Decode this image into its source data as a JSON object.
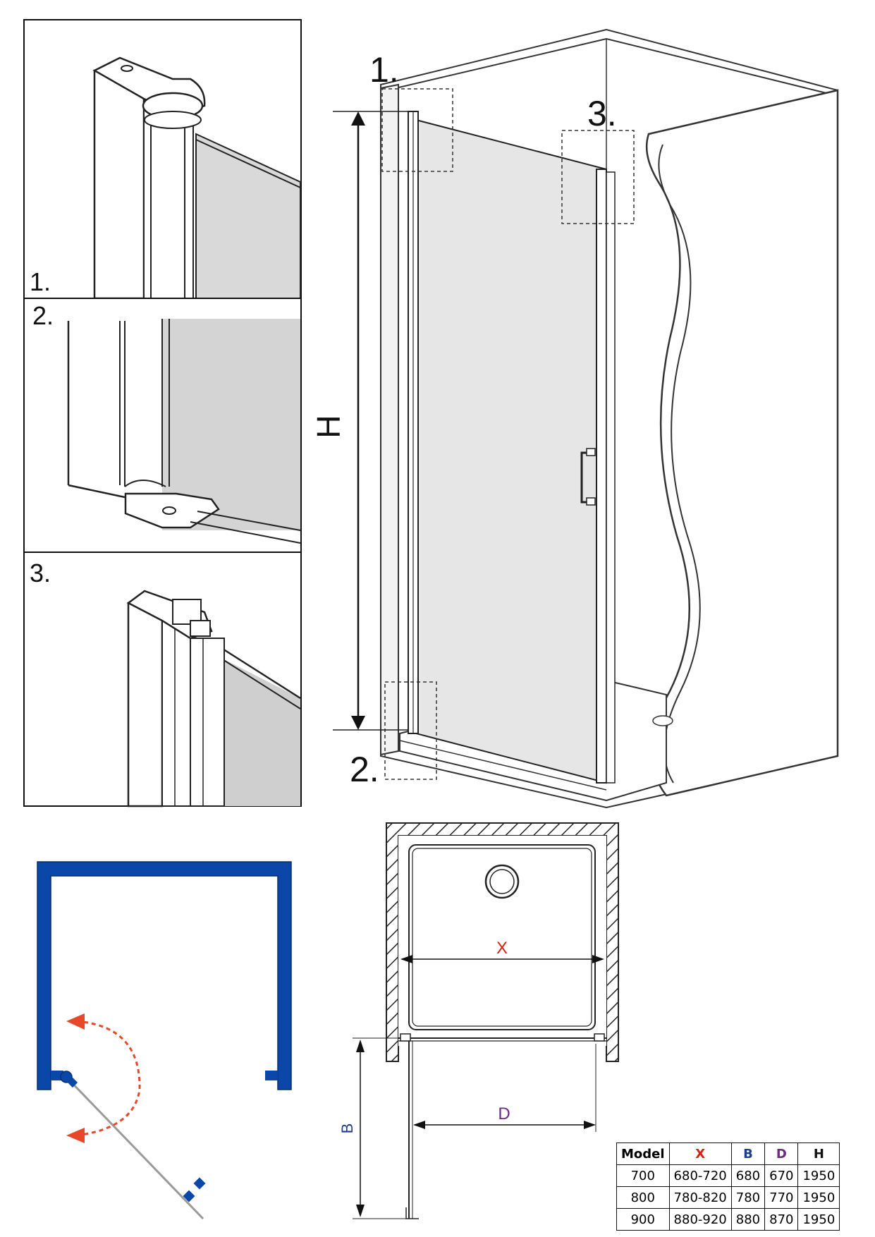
{
  "detail_labels": [
    "1.",
    "2.",
    "3."
  ],
  "callout_labels": [
    "1.",
    "2.",
    "3."
  ],
  "dimension_labels": {
    "height": "H",
    "width_x": "X",
    "width_d": "D",
    "opening_b": "B"
  },
  "colors": {
    "frame_plan": "#0a47a8",
    "swing_arrow": "#e8472a",
    "dim_x": "#d6210f",
    "dim_b": "#1f3d8f",
    "dim_d": "#6b2a86",
    "glass": "#e6e6e6",
    "panel_gray": "#cfcfcf"
  },
  "table": {
    "headers": [
      "Model",
      "X",
      "B",
      "D",
      "H"
    ],
    "rows": [
      [
        "700",
        "680-720",
        "680",
        "670",
        "1950"
      ],
      [
        "800",
        "780-820",
        "780",
        "770",
        "1950"
      ],
      [
        "900",
        "880-920",
        "880",
        "870",
        "1950"
      ]
    ]
  }
}
